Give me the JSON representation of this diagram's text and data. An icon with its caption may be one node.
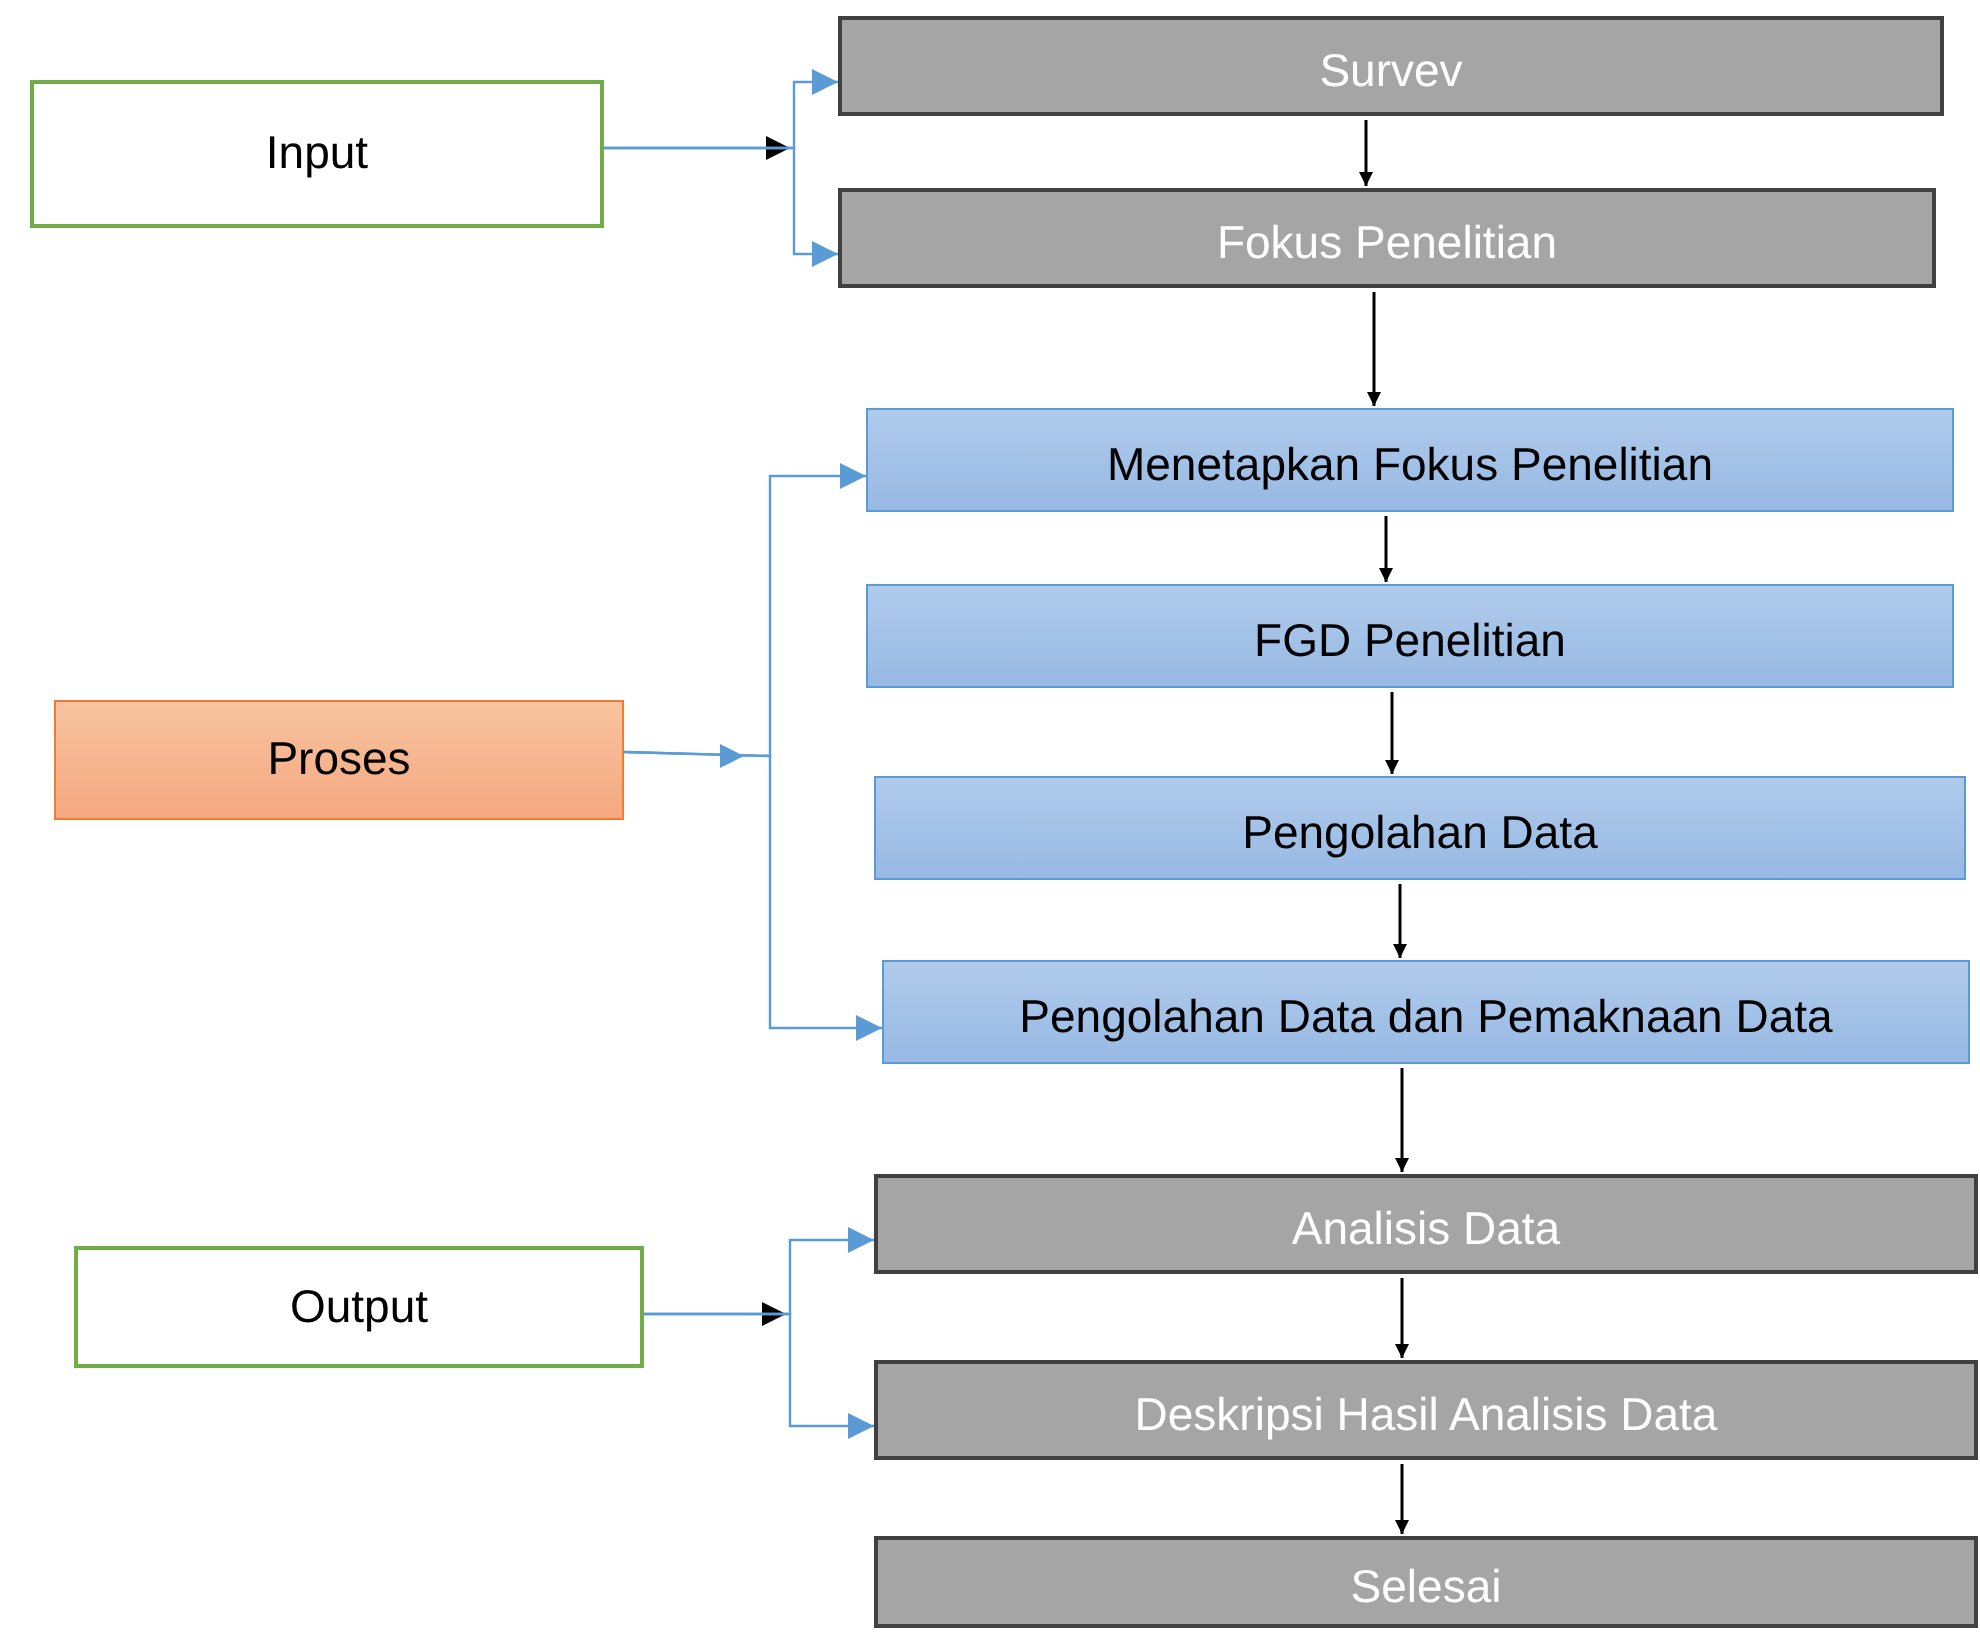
{
  "diagram": {
    "nodes": [
      {
        "text": [
          "Input"
        ]
      },
      {
        "text": [
          "Survev"
        ]
      },
      {
        "text": [
          "Fokus Penelitian"
        ]
      },
      {
        "text": [
          "Proses"
        ]
      },
      {
        "text": [
          "Menetapkan Fokus Penelitian"
        ]
      },
      {
        "text": [
          "FGD Penelitian"
        ]
      },
      {
        "text": [
          "Pengolahan Data"
        ]
      },
      {
        "text": [
          "Pengolahan Data dan Pemaknaan Data"
        ]
      },
      {
        "text": [
          "Output"
        ]
      },
      {
        "text": [
          "Analisis Data"
        ]
      },
      {
        "text": [
          "Deskripsi Hasil Analisis Data"
        ]
      },
      {
        "text": [
          "Selesai"
        ]
      }
    ],
    "edges": [
      {
        "from": 0,
        "to": 1,
        "arrow": "to",
        "color": "#5b9bd5"
      },
      {
        "from": 0,
        "to": 2,
        "arrow": "to",
        "color": "#5b9bd5"
      },
      {
        "from": 1,
        "to": 2,
        "arrow": "to"
      },
      {
        "from": 2,
        "to": 4,
        "arrow": "to"
      },
      {
        "from": 3,
        "to": 4,
        "arrow": "to",
        "color": "#5b9bd5"
      },
      {
        "from": 3,
        "to": 7,
        "arrow": "to",
        "color": "#5b9bd5"
      },
      {
        "from": 4,
        "to": 5,
        "arrow": "to"
      },
      {
        "from": 5,
        "to": 6,
        "arrow": "to"
      },
      {
        "from": 6,
        "to": 7,
        "arrow": "to"
      },
      {
        "from": 7,
        "to": 9,
        "arrow": "to"
      },
      {
        "from": 8,
        "to": 9,
        "arrow": "to",
        "color": "#5b9bd5"
      },
      {
        "from": 8,
        "to": 10,
        "arrow": "to",
        "color": "#5b9bd5"
      },
      {
        "from": 9,
        "to": 10,
        "arrow": "to"
      },
      {
        "from": 10,
        "to": 11,
        "arrow": "to"
      }
    ]
  }
}
